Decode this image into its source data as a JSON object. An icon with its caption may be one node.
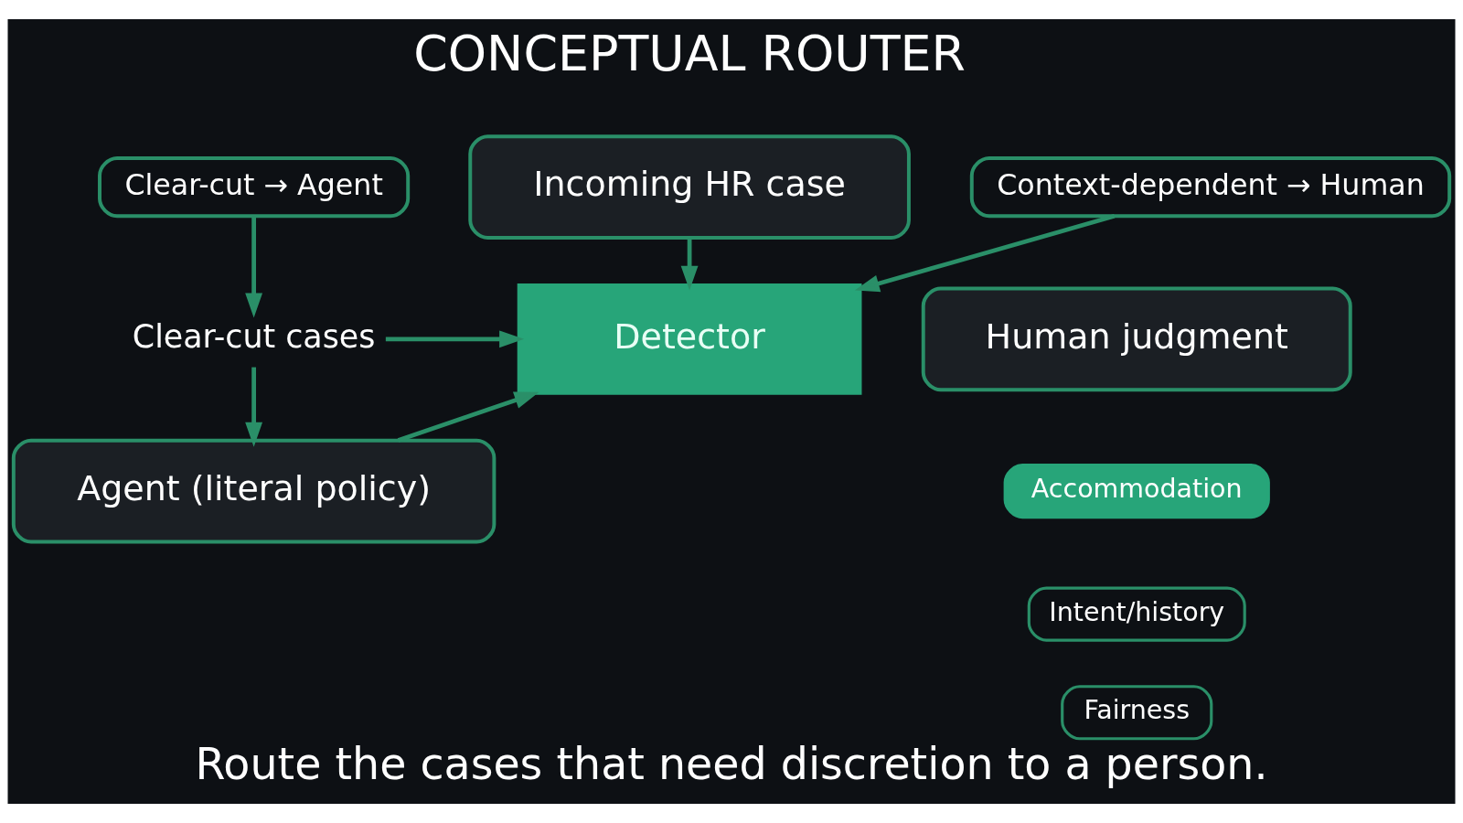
{
  "diagram": {
    "title": "CONCEPTUAL ROUTER",
    "caption": "Route the cases that need discretion to a person.",
    "nodes": [
      {
        "text": [
          "Incoming HR case"
        ]
      },
      {
        "text": [
          "Clear-cut → Agent"
        ]
      },
      {
        "text": [
          "Context-dependent → Human"
        ]
      },
      {
        "text": [
          "Clear-cut cases"
        ]
      },
      {
        "text": [
          "Detector"
        ]
      },
      {
        "text": [
          "Human judgment"
        ]
      },
      {
        "text": [
          "Agent (literal policy)"
        ]
      },
      {
        "text": [
          "Accommodation"
        ]
      },
      {
        "text": [
          "Intent/history"
        ]
      },
      {
        "text": [
          "Fairness"
        ]
      }
    ],
    "edges": [
      {
        "from": 0,
        "to": 4,
        "arrow": "to"
      },
      {
        "from": 1,
        "to": 3,
        "arrow": "to"
      },
      {
        "from": 3,
        "to": 4,
        "arrow": "to"
      },
      {
        "from": 3,
        "to": 6,
        "arrow": "to"
      },
      {
        "from": 6,
        "to": 4,
        "arrow": "to"
      },
      {
        "from": 2,
        "to": 4,
        "arrow": "to"
      }
    ]
  }
}
